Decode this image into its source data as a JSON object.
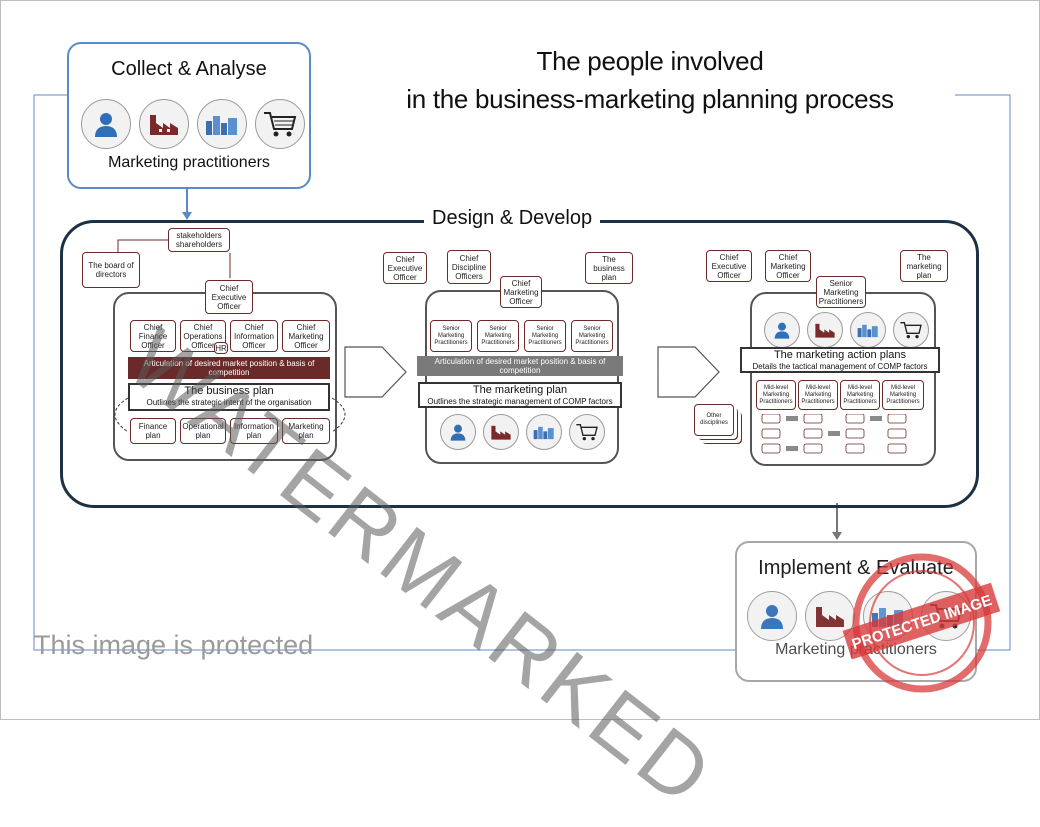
{
  "title": {
    "line1": "The people involved",
    "line2": "in the business-marketing planning process"
  },
  "collect": {
    "heading": "Collect & Analyse",
    "subtitle": "Marketing practitioners",
    "icons": [
      "person-icon",
      "factory-icon",
      "city-icon",
      "shopping-cart-icon"
    ]
  },
  "design": {
    "heading": "Design & Develop"
  },
  "implement": {
    "heading": "Implement & Evaluate",
    "subtitle": "Marketing practitioners",
    "icons": [
      "person-icon",
      "factory-icon",
      "city-icon",
      "shopping-cart-icon"
    ]
  },
  "panel1": {
    "stakeholders": "stakeholders shareholders",
    "board": "The board of directors",
    "ceo": "Chief Executive Officer",
    "officers": [
      "Chief Finance Officer",
      "Chief Operations Officer",
      "Chief Information Officer",
      "Chief Marketing Officer"
    ],
    "hr": "HR",
    "bar": "Articulation of desired market position & basis of competition",
    "plan_title": "The business plan",
    "plan_sub": "Outlines the strategic intent of the organisation",
    "plans": [
      "Finance plan",
      "Operational plan",
      "Information plan",
      "Marketing plan"
    ]
  },
  "panel2": {
    "top": [
      "Chief Executive Officer",
      "Chief Discipline Officers",
      "The business plan"
    ],
    "cmo": "Chief Marketing Officer",
    "seniors": [
      "Senior Marketing Practitioners",
      "Senior Marketing Practitioners",
      "Senior Marketing Practitioners",
      "Senior Marketing Practitioners"
    ],
    "bar": "Articulation of desired market position & basis of competition",
    "plan_title": "The marketing plan",
    "plan_sub": "Outlines the strategic management of COMP factors"
  },
  "panel3": {
    "top": [
      "Chief Executive Officer",
      "Chief Marketing Officer",
      "The marketing plan"
    ],
    "senior": "Senior Marketing Practitioners",
    "plan_title": "The marketing action plans",
    "plan_sub": "Details the tactical management of COMP factors",
    "midlevel": [
      "Mid-level Marketing Practitioners",
      "Mid-level Marketing Practitioners",
      "Mid-level Marketing Practitioners",
      "Mid-level Marketing Practitioners"
    ],
    "other": "Other disciplines"
  },
  "overlay": {
    "protected": "This image is protected",
    "watermark": "WATERMARKED",
    "stamp": "PROTECTED IMAGE"
  },
  "colors": {
    "blue_border": "#5b8bc6",
    "dark_frame": "#1c3144",
    "maroon_bar": "#6b2a2a",
    "grey_bar": "#7a7a7a",
    "stamp_red": "#d83a3a"
  }
}
